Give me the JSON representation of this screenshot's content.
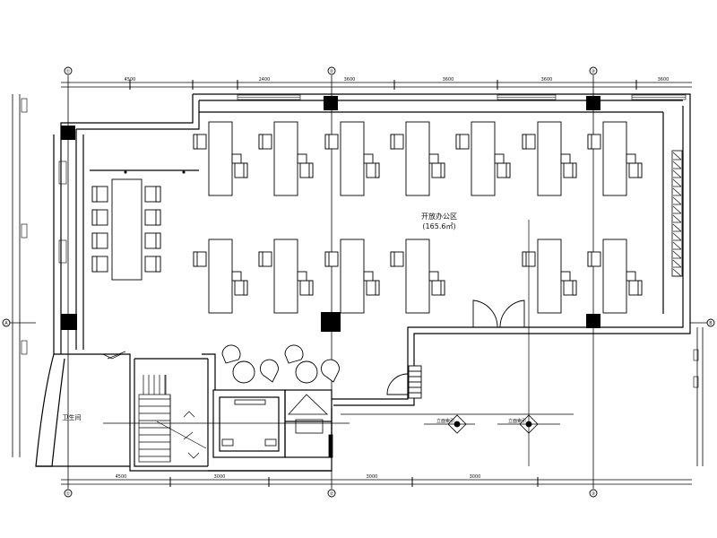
{
  "plan": {
    "room_name": "开放办公区",
    "room_area": "(165.6㎡)",
    "side_room_label": "卫生间",
    "grid_marks_top": [
      "①",
      "②",
      "③"
    ],
    "grid_marks_bottom": [
      "①",
      "②",
      "③"
    ],
    "grid_marks_left": [
      "A"
    ],
    "grid_marks_right": [
      "B"
    ],
    "dim_top_labels": [
      "4500",
      "2400",
      "3600",
      "3600",
      "3600",
      "3600"
    ],
    "dim_bottom_labels": [
      "4500",
      "3000",
      "3000",
      "3000"
    ],
    "detail_tags": [
      "立面索引",
      "立面索引"
    ],
    "colors": {
      "line": "#000000",
      "column": "#000000",
      "background": "#ffffff"
    }
  }
}
